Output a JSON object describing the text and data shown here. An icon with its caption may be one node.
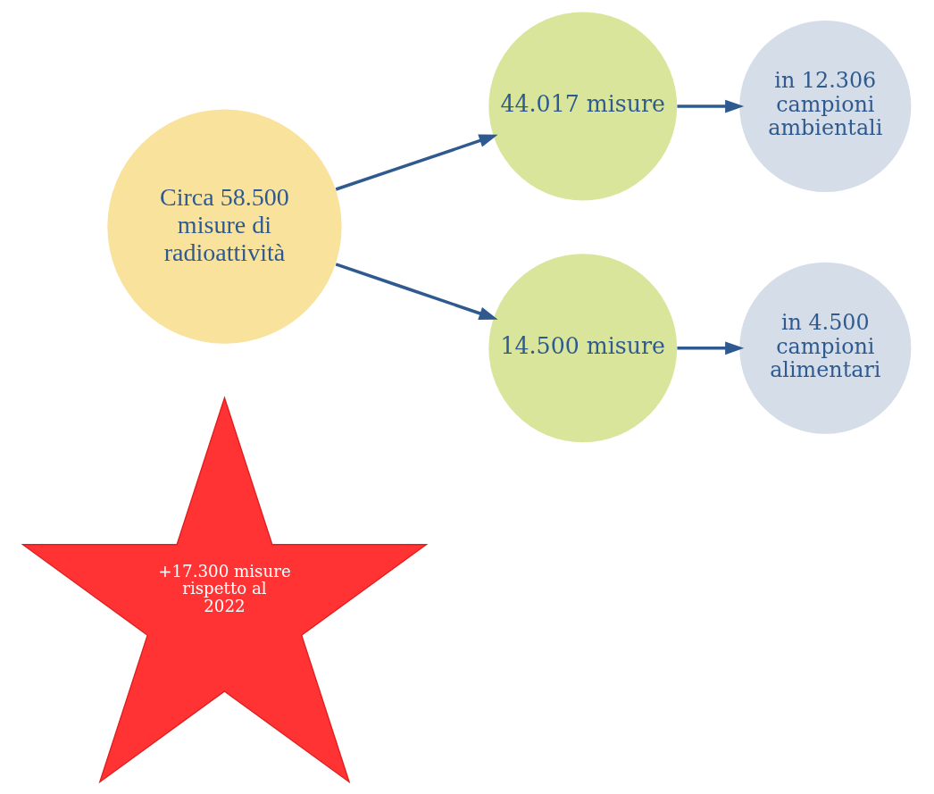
{
  "diagram": {
    "nodes": [
      {
        "text": [
          "Circa 58.500 misure di radioattività"
        ]
      },
      {
        "text": [
          "+17.300 misure rispetto al 2022"
        ]
      },
      {
        "text": [
          "44.017 misure"
        ]
      },
      {
        "text": [
          "in 12.306 campioni ambientali"
        ]
      },
      {
        "text": [
          "14.500 misure"
        ]
      },
      {
        "text": [
          "in 4.500 campioni alimentari"
        ]
      }
    ],
    "edges": [
      {
        "from": 0,
        "to": 2,
        "arrow": "to"
      },
      {
        "from": 0,
        "to": 4,
        "arrow": "to"
      },
      {
        "from": 2,
        "to": 3,
        "arrow": "to"
      },
      {
        "from": 4,
        "to": 5,
        "arrow": "to"
      }
    ]
  }
}
